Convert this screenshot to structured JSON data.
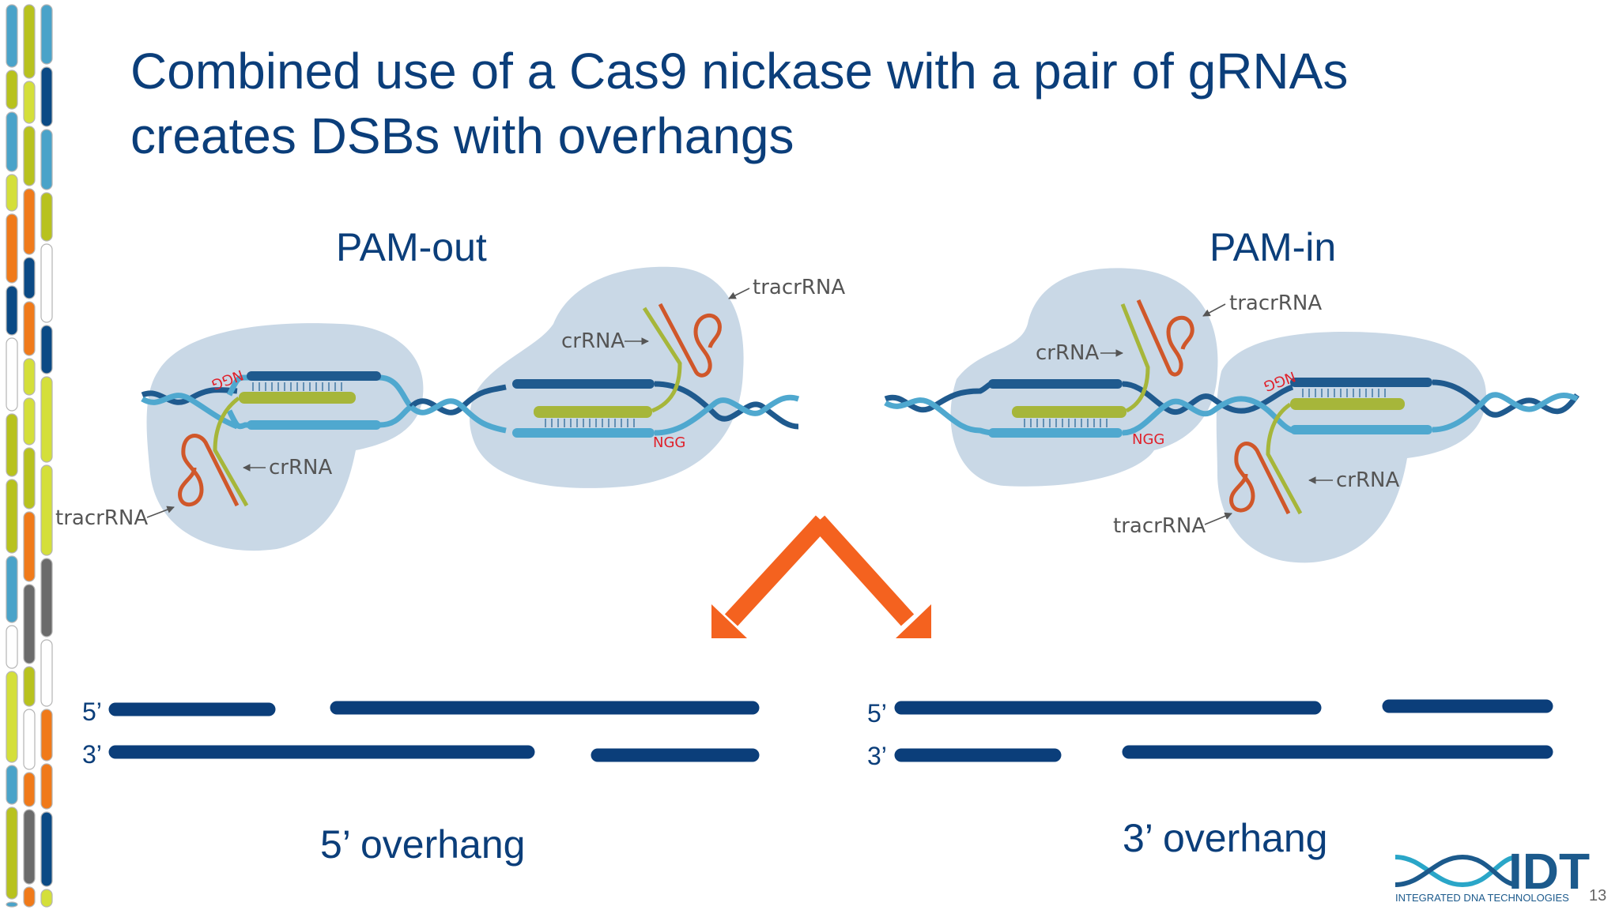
{
  "slide": {
    "title_line1": "Combined use of a Cas9 nickase with a pair of gRNAs",
    "title_line2": "creates DSBs with overhangs",
    "page_number": "13"
  },
  "pam_out": {
    "heading": "PAM-out",
    "tracrrna_right": "tracrRNA",
    "crrna_right": "crRNA",
    "crrna_left": "crRNA",
    "tracrrna_left": "tracrRNA",
    "ngg_flipped": "NGG",
    "ngg": "NGG"
  },
  "pam_in": {
    "heading": "PAM-in",
    "tracrrna_top": "tracrRNA",
    "crrna_top": "crRNA",
    "crrna_bottom": "crRNA",
    "tracrrna_bottom": "tracrRNA",
    "ngg": "NGG",
    "ngg_flipped": "NGG"
  },
  "result_left": {
    "top_strand_label": "5’",
    "bottom_strand_label": "3’",
    "caption": "5’ overhang"
  },
  "result_right": {
    "top_strand_label": "5’",
    "bottom_strand_label": "3’",
    "caption": "3’ overhang"
  },
  "logo": {
    "wordmark": "IDT",
    "tagline": "INTEGRATED DNA TECHNOLOGIES"
  },
  "colors": {
    "title": "#0b3e7a",
    "protein": "#c9d8e6",
    "dna_dark": "#1f5a8e",
    "dna_light": "#4fa8cf",
    "guide": "#a6b63a",
    "tracr": "#d0572a",
    "ngg": "#e0202a",
    "arrow": "#f4621f",
    "strand": "#0b3e7a"
  }
}
